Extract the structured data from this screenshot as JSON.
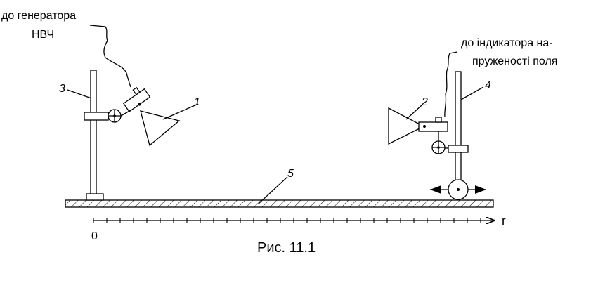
{
  "labels": {
    "generator_line1": "до генератора",
    "generator_line2": "НВЧ",
    "indicator_line1": "до індикатора на-",
    "indicator_line2": "пруженості поля",
    "axis_zero": "0",
    "axis_r": "r",
    "caption": "Рис. 11.1"
  },
  "numbers": {
    "emitter_horn": "1",
    "receiver_horn": "2",
    "left_stand": "3",
    "right_stand": "4",
    "rail": "5"
  }
}
